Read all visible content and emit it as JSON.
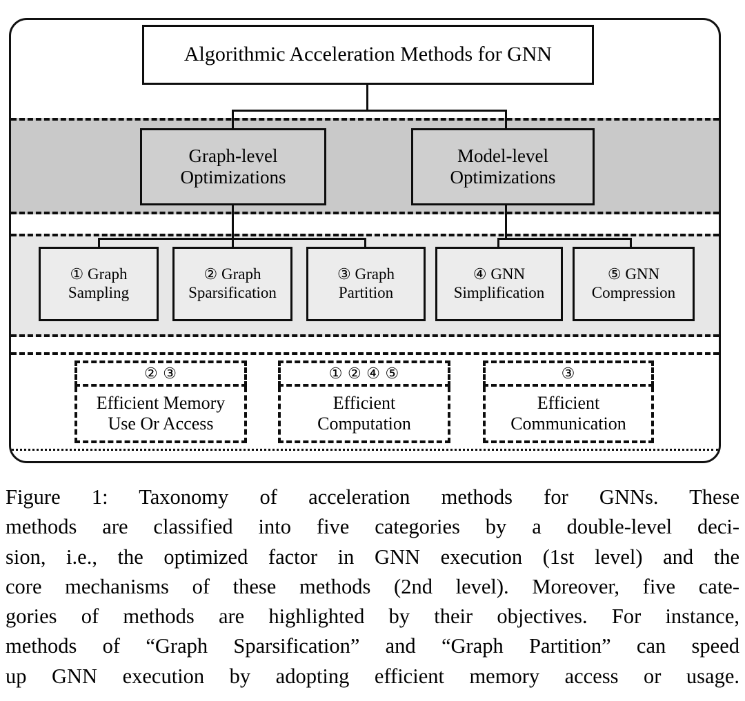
{
  "figure": {
    "root": {
      "label": "Algorithmic Acceleration Methods for GNN"
    },
    "level2": [
      {
        "line1": "Graph-level",
        "line2": "Optimizations"
      },
      {
        "line1": "Model-level",
        "line2": "Optimizations"
      }
    ],
    "level3": [
      {
        "marker": "①",
        "line1": "Graph",
        "line2": "Sampling"
      },
      {
        "marker": "②",
        "line1": "Graph",
        "line2": "Sparsification"
      },
      {
        "marker": "③",
        "line1": "Graph",
        "line2": "Partition"
      },
      {
        "marker": "④",
        "line1": "GNN",
        "line2": "Simplification"
      },
      {
        "marker": "⑤",
        "line1": "GNN",
        "line2": "Compression"
      }
    ],
    "objectives": [
      {
        "markers": "② ③",
        "line1": "Efficient Memory",
        "line2": "Use Or Access"
      },
      {
        "markers": "① ② ④ ⑤",
        "line1": "Efficient",
        "line2": "Computation"
      },
      {
        "markers": "③",
        "line1": "Efficient",
        "line2": "Communication"
      }
    ],
    "colors": {
      "band_dark": "#c9c9c9",
      "band_light": "#e7e7e7",
      "level2_fill": "#cfcfcf",
      "level3_fill": "#ececec",
      "stroke": "#0d0d0d"
    }
  },
  "caption": {
    "lines": [
      "Figure 1:  Taxonomy of acceleration methods for GNNs.  These",
      "methods are classified into five categories by a double-level deci-",
      "sion, i.e., the optimized factor in GNN execution (1st level) and the",
      "core mechanisms of these methods (2nd level). Moreover, five cate-",
      "gories of methods are highlighted by their objectives.  For instance,",
      "methods of “Graph Sparsification” and “Graph Partition” can speed",
      "up GNN execution by adopting efficient memory access or usage."
    ]
  }
}
